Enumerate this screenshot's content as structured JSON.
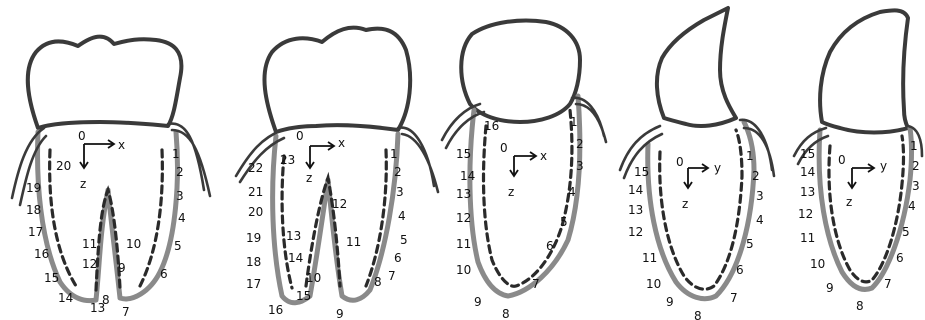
{
  "teeth": [
    {
      "axes": {
        "origin": "0",
        "h": "x",
        "v": "z"
      },
      "labels": [
        "1",
        "2",
        "3",
        "4",
        "5",
        "6",
        "7",
        "8",
        "9",
        "10",
        "11",
        "12",
        "13",
        "14",
        "15",
        "16",
        "17",
        "18",
        "19",
        "20"
      ]
    },
    {
      "axes": {
        "origin": "0",
        "h": "x",
        "v": "z"
      },
      "labels": [
        "1",
        "2",
        "3",
        "4",
        "5",
        "6",
        "7",
        "8",
        "9",
        "10",
        "11",
        "12",
        "13",
        "14",
        "15",
        "16",
        "17",
        "18",
        "19",
        "20",
        "21",
        "22",
        "23"
      ]
    },
    {
      "axes": {
        "origin": "0",
        "h": "x",
        "v": "z"
      },
      "labels": [
        "1",
        "2",
        "3",
        "4",
        "5",
        "6",
        "7",
        "8",
        "9",
        "10",
        "11",
        "12",
        "13",
        "14",
        "15",
        "16"
      ]
    },
    {
      "axes": {
        "origin": "0",
        "h": "y",
        "v": "z"
      },
      "labels": [
        "1",
        "2",
        "3",
        "4",
        "5",
        "6",
        "7",
        "8",
        "9",
        "10",
        "11",
        "12",
        "13",
        "14",
        "15"
      ]
    },
    {
      "axes": {
        "origin": "0",
        "h": "y",
        "v": "z"
      },
      "labels": [
        "1",
        "2",
        "3",
        "4",
        "5",
        "6",
        "7",
        "8",
        "9",
        "10",
        "11",
        "12",
        "13",
        "14",
        "15"
      ]
    }
  ]
}
